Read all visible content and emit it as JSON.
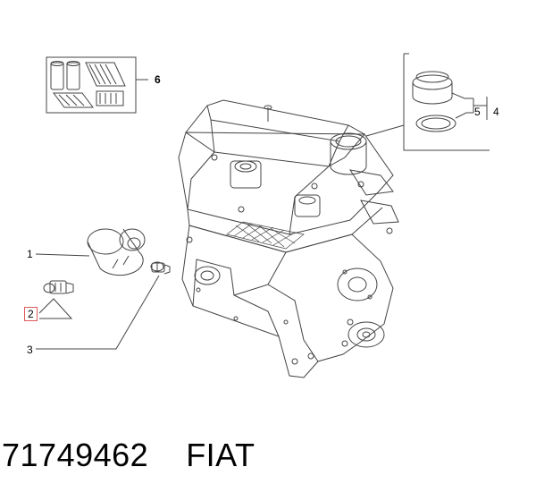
{
  "labels": {
    "p1": "1",
    "p2": "2",
    "p3": "3",
    "p4": "4",
    "p5": "5",
    "p6": "6"
  },
  "caption": {
    "part_number": "71749462",
    "brand": "FIAT"
  },
  "colors": {
    "line": "#444444",
    "highlight_box": "#e05a5a"
  }
}
